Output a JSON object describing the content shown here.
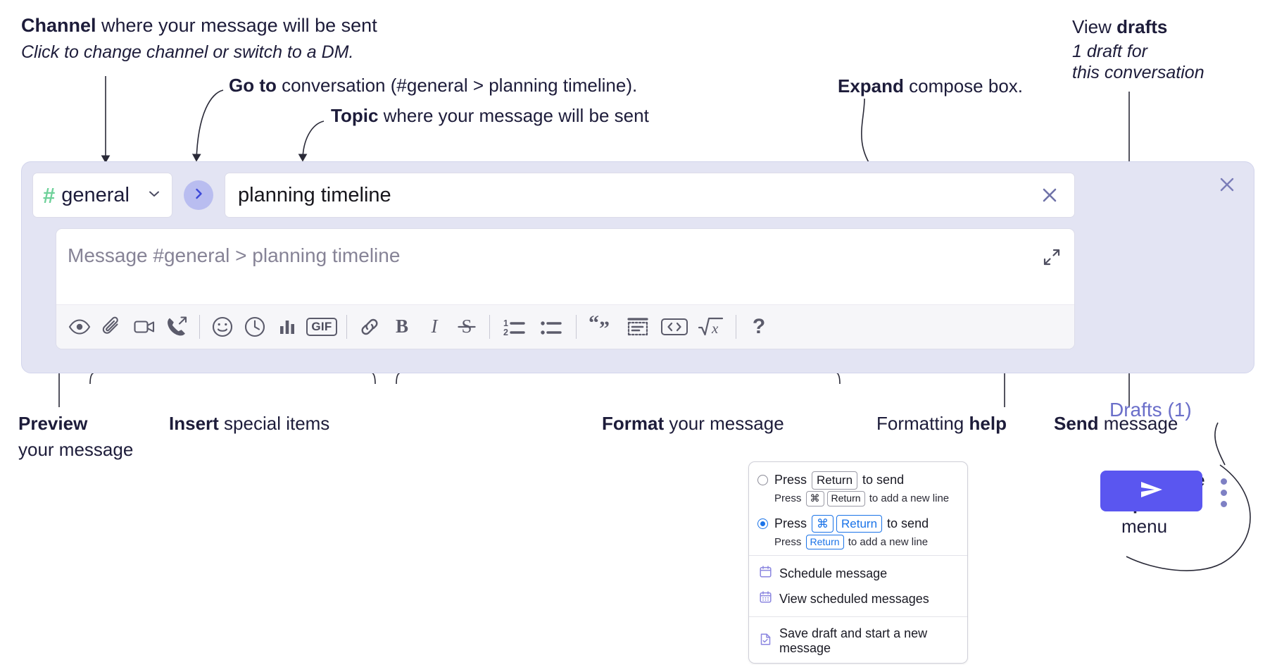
{
  "annotations": {
    "channel": {
      "bold": "Channel",
      "rest": " where your message will be sent",
      "sub": "Click to change channel or switch to a DM."
    },
    "goto": {
      "bold": "Go to",
      "rest": " conversation (#general > planning timeline)."
    },
    "topic": {
      "bold": "Topic",
      "rest": " where your message will be sent"
    },
    "expand": {
      "bold": "Expand",
      "rest": " compose box."
    },
    "drafts": {
      "pre": "View ",
      "bold": "drafts",
      "sub1": "1 draft for",
      "sub2": "this conversation"
    },
    "preview": {
      "bold": "Preview",
      "line2": "your message"
    },
    "insert": {
      "bold": "Insert",
      "rest": " special items"
    },
    "format": {
      "bold": "Format",
      "rest": " your message"
    },
    "formatting_help": {
      "pre": "Formatting ",
      "bold": "help"
    },
    "send": {
      "bold": "Send",
      "rest": " message"
    },
    "compose_options": {
      "line1": "Compose",
      "line2": "options",
      "line3": "menu"
    }
  },
  "compose": {
    "channel": {
      "hash": "#",
      "name": "general",
      "chevron": "chevron-down-icon"
    },
    "goto_button": "go-to-conversation-icon",
    "topic": {
      "value": "planning timeline",
      "clear": "close-icon"
    },
    "message": {
      "placeholder": "Message #general > planning timeline",
      "expand": "expand-icon"
    },
    "panel_close": "close-icon",
    "drafts_label": "Drafts (1)",
    "send_button": "send-icon",
    "compose_options_button": "kebab-menu-icon",
    "toolbar": [
      {
        "name": "preview-button",
        "icon": "eye-icon",
        "label": "Preview"
      },
      {
        "name": "attach-button",
        "icon": "paperclip-icon",
        "label": "Attach file"
      },
      {
        "name": "video-clip-button",
        "icon": "video-camera-icon",
        "label": "Record video clip"
      },
      {
        "name": "audio-clip-button",
        "icon": "phone-arrow-icon",
        "label": "Record audio clip"
      },
      {
        "name": "separator-1",
        "icon": "separator",
        "label": ""
      },
      {
        "name": "emoji-button",
        "icon": "smiley-icon",
        "label": "Emoji"
      },
      {
        "name": "schedule-button",
        "icon": "clock-icon",
        "label": "Schedule"
      },
      {
        "name": "poll-button",
        "icon": "bar-chart-icon",
        "label": "Poll"
      },
      {
        "name": "gif-button",
        "icon": "gif-icon",
        "label": "GIF"
      },
      {
        "name": "separator-2",
        "icon": "separator",
        "label": ""
      },
      {
        "name": "link-button",
        "icon": "link-icon",
        "label": "Link"
      },
      {
        "name": "bold-button",
        "icon": "bold-icon",
        "label": "Bold"
      },
      {
        "name": "italic-button",
        "icon": "italic-icon",
        "label": "Italic"
      },
      {
        "name": "strikethrough-button",
        "icon": "strikethrough-icon",
        "label": "Strikethrough"
      },
      {
        "name": "separator-3",
        "icon": "separator",
        "label": ""
      },
      {
        "name": "ordered-list-button",
        "icon": "ordered-list-icon",
        "label": "Ordered list"
      },
      {
        "name": "bulleted-list-button",
        "icon": "bulleted-list-icon",
        "label": "Bulleted list"
      },
      {
        "name": "separator-4",
        "icon": "separator",
        "label": ""
      },
      {
        "name": "blockquote-button",
        "icon": "quote-icon",
        "label": "Blockquote"
      },
      {
        "name": "code-block-button",
        "icon": "code-block-icon",
        "label": "Code block"
      },
      {
        "name": "inline-code-button",
        "icon": "inline-code-icon",
        "label": "Code"
      },
      {
        "name": "math-button",
        "icon": "square-root-icon",
        "label": "Math"
      },
      {
        "name": "separator-5",
        "icon": "separator",
        "label": ""
      },
      {
        "name": "formatting-help-button",
        "icon": "question-mark-icon",
        "label": "Formatting help"
      }
    ],
    "gif_text": "GIF",
    "help_text": "?"
  },
  "menu": {
    "options": [
      {
        "selected": false,
        "main_pre": "Press ",
        "main_key": "Return",
        "main_post": " to send",
        "sub_pre": "Press ",
        "sub_key1": "⌘",
        "sub_key2": "Return",
        "sub_post": " to add a new line"
      },
      {
        "selected": true,
        "main_pre": "Press ",
        "main_key1": "⌘",
        "main_key2": "Return",
        "main_post": " to send",
        "sub_pre": "Press ",
        "sub_key": "Return",
        "sub_post": " to add a new line"
      }
    ],
    "items": [
      {
        "icon": "calendar-icon",
        "label": "Schedule message"
      },
      {
        "icon": "calendar-grid-icon",
        "label": "View scheduled messages"
      },
      {
        "icon": "document-check-icon",
        "label": "Save draft and start a new message"
      }
    ]
  },
  "colors": {
    "accent_purple": "#5a56f0",
    "panel_bg": "#e3e4f3",
    "hash_green": "#6fd19a",
    "drafts_link": "#6a6ec9",
    "radio_blue": "#1a73e8",
    "menu_icon_purple": "#8b86e0",
    "text_dark": "#1d1c3a"
  }
}
